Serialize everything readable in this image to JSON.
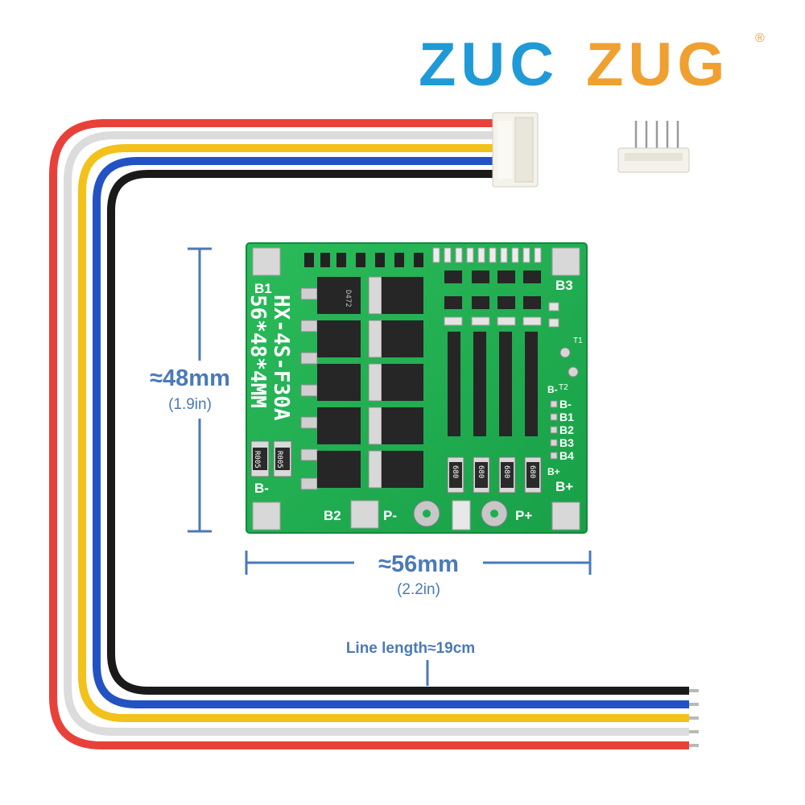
{
  "brand": {
    "part1": "ZUC",
    "part2": "ZUG",
    "registered": "®",
    "color1": "#1f9ad6",
    "color2": "#f0a030"
  },
  "board": {
    "model": "HX-4S-F30A",
    "size_mark": "56*48*4MM",
    "color": "#1fae4f",
    "pads": {
      "b1": "B1",
      "b3": "B3",
      "b_minus": "B-",
      "b_plus": "B+",
      "b2": "B2",
      "p_minus": "P-",
      "p_plus": "P+"
    },
    "balance_labels": [
      "B-",
      "B1",
      "B2",
      "B3",
      "B4"
    ],
    "side_labels": [
      "B-",
      "B+"
    ],
    "thermistor_labels": [
      "T1",
      "T2"
    ],
    "shunt_label": "R005",
    "resistor_label": "680",
    "mosfet_label": "D472"
  },
  "dimensions": {
    "height_value": "≈48mm",
    "height_inches": "(1.9in)",
    "width_value": "≈56mm",
    "width_inches": "(2.2in)",
    "line_length": "Line length≈19cm",
    "color": "#4a7ab8"
  },
  "wires": {
    "colors": [
      "#e8413a",
      "#e6e6e6",
      "#f2c21a",
      "#2352c4",
      "#1a1a1a"
    ]
  }
}
